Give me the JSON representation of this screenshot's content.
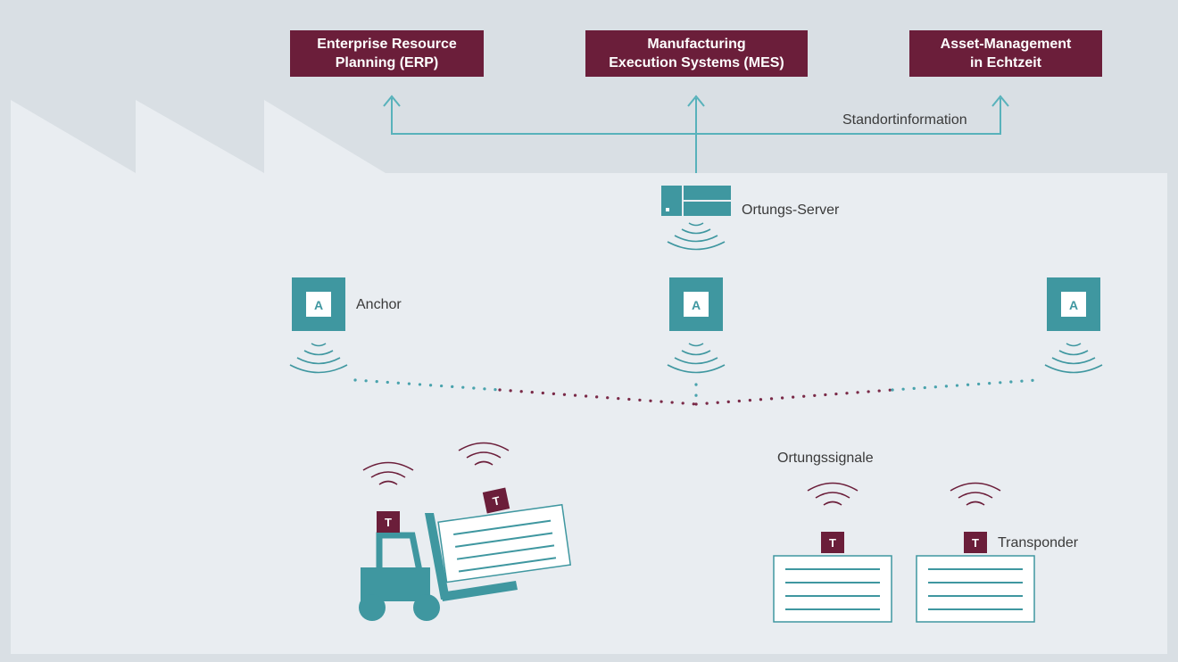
{
  "systems": {
    "erp": "Enterprise Resource\nPlanning (ERP)",
    "mes": "Manufacturing\nExecution Systems (MES)",
    "asset": "Asset-Management\nin Echtzeit"
  },
  "labels": {
    "standortinformation": "Standortinformation",
    "ortungs_server": "Ortungs-Server",
    "anchor": "Anchor",
    "ortungssignale": "Ortungssignale",
    "transponder": "Transponder"
  },
  "icons": {
    "anchor_letter": "A",
    "tag_letter": "T",
    "server": "server-icon",
    "anchor": "anchor-icon",
    "forklift": "forklift-icon",
    "signal": "signal-waves-icon"
  },
  "colors": {
    "background": "#d9dfe4",
    "factory": "#e9edf1",
    "system_box": "#6b1e3a",
    "teal": "#3f97a0",
    "tag": "#6b1e3a",
    "text": "#3a3a3a",
    "line": "#58b2bb"
  }
}
